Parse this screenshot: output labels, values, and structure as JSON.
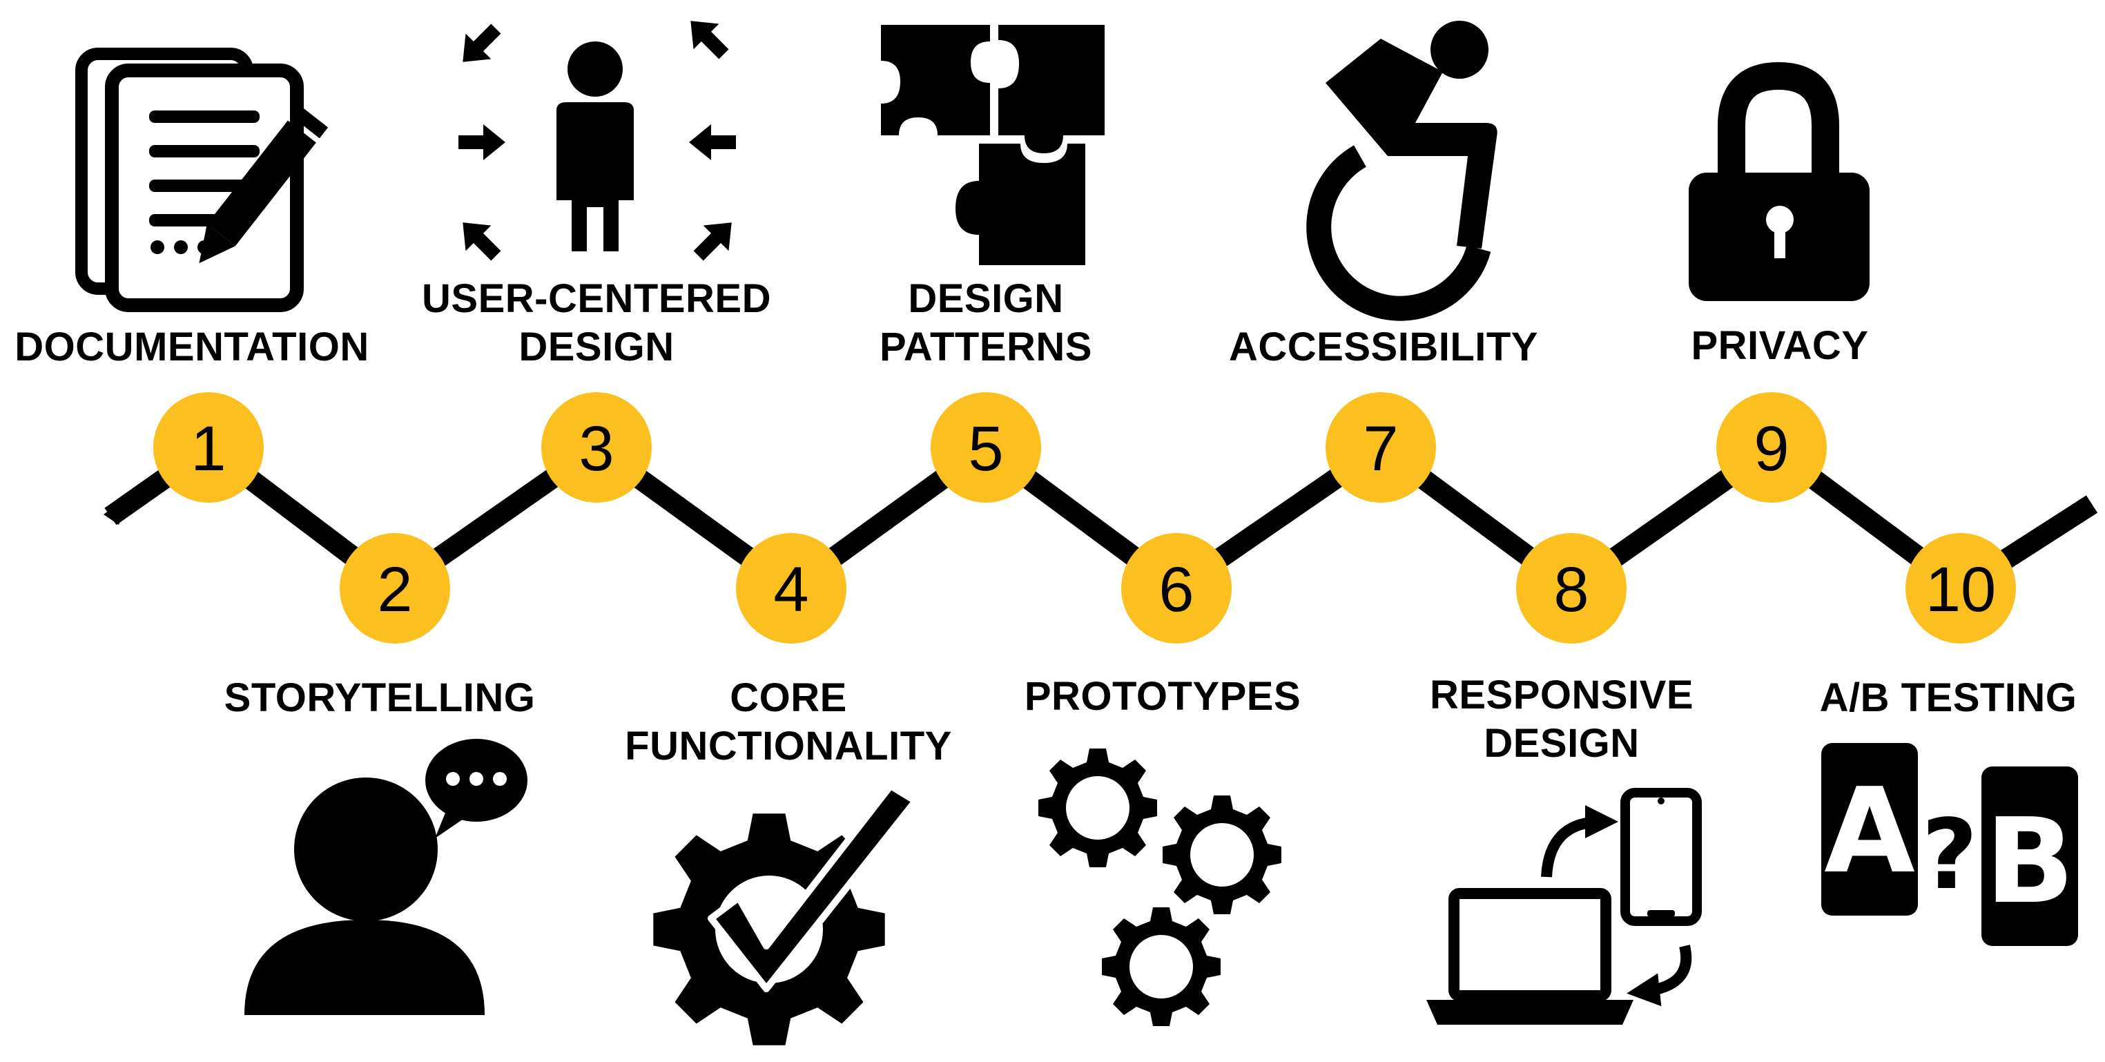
{
  "colors": {
    "accent": "#fbbf1f",
    "ink": "#000000",
    "background": "#ffffff"
  },
  "steps": [
    {
      "number": "1",
      "lines": [
        "DOCUMENTATION"
      ],
      "icon": "documentation-icon"
    },
    {
      "number": "2",
      "lines": [
        "STORYTELLING"
      ],
      "icon": "storytelling-icon"
    },
    {
      "number": "3",
      "lines": [
        "USER-CENTERED",
        "DESIGN"
      ],
      "icon": "user-centered-design-icon"
    },
    {
      "number": "4",
      "lines": [
        "CORE",
        "FUNCTIONALITY"
      ],
      "icon": "core-functionality-icon"
    },
    {
      "number": "5",
      "lines": [
        "DESIGN",
        "PATTERNS"
      ],
      "icon": "puzzle-icon"
    },
    {
      "number": "6",
      "lines": [
        "PROTOTYPES"
      ],
      "icon": "gears-icon"
    },
    {
      "number": "7",
      "lines": [
        "ACCESSIBILITY"
      ],
      "icon": "accessibility-icon"
    },
    {
      "number": "8",
      "lines": [
        "RESPONSIVE",
        "DESIGN"
      ],
      "icon": "responsive-devices-icon"
    },
    {
      "number": "9",
      "lines": [
        "PRIVACY"
      ],
      "icon": "padlock-icon"
    },
    {
      "number": "10",
      "lines": [
        "A/B TESTING"
      ],
      "icon": "ab-testing-icon"
    }
  ],
  "ab": {
    "a": "A",
    "q": "?",
    "b": "B"
  }
}
